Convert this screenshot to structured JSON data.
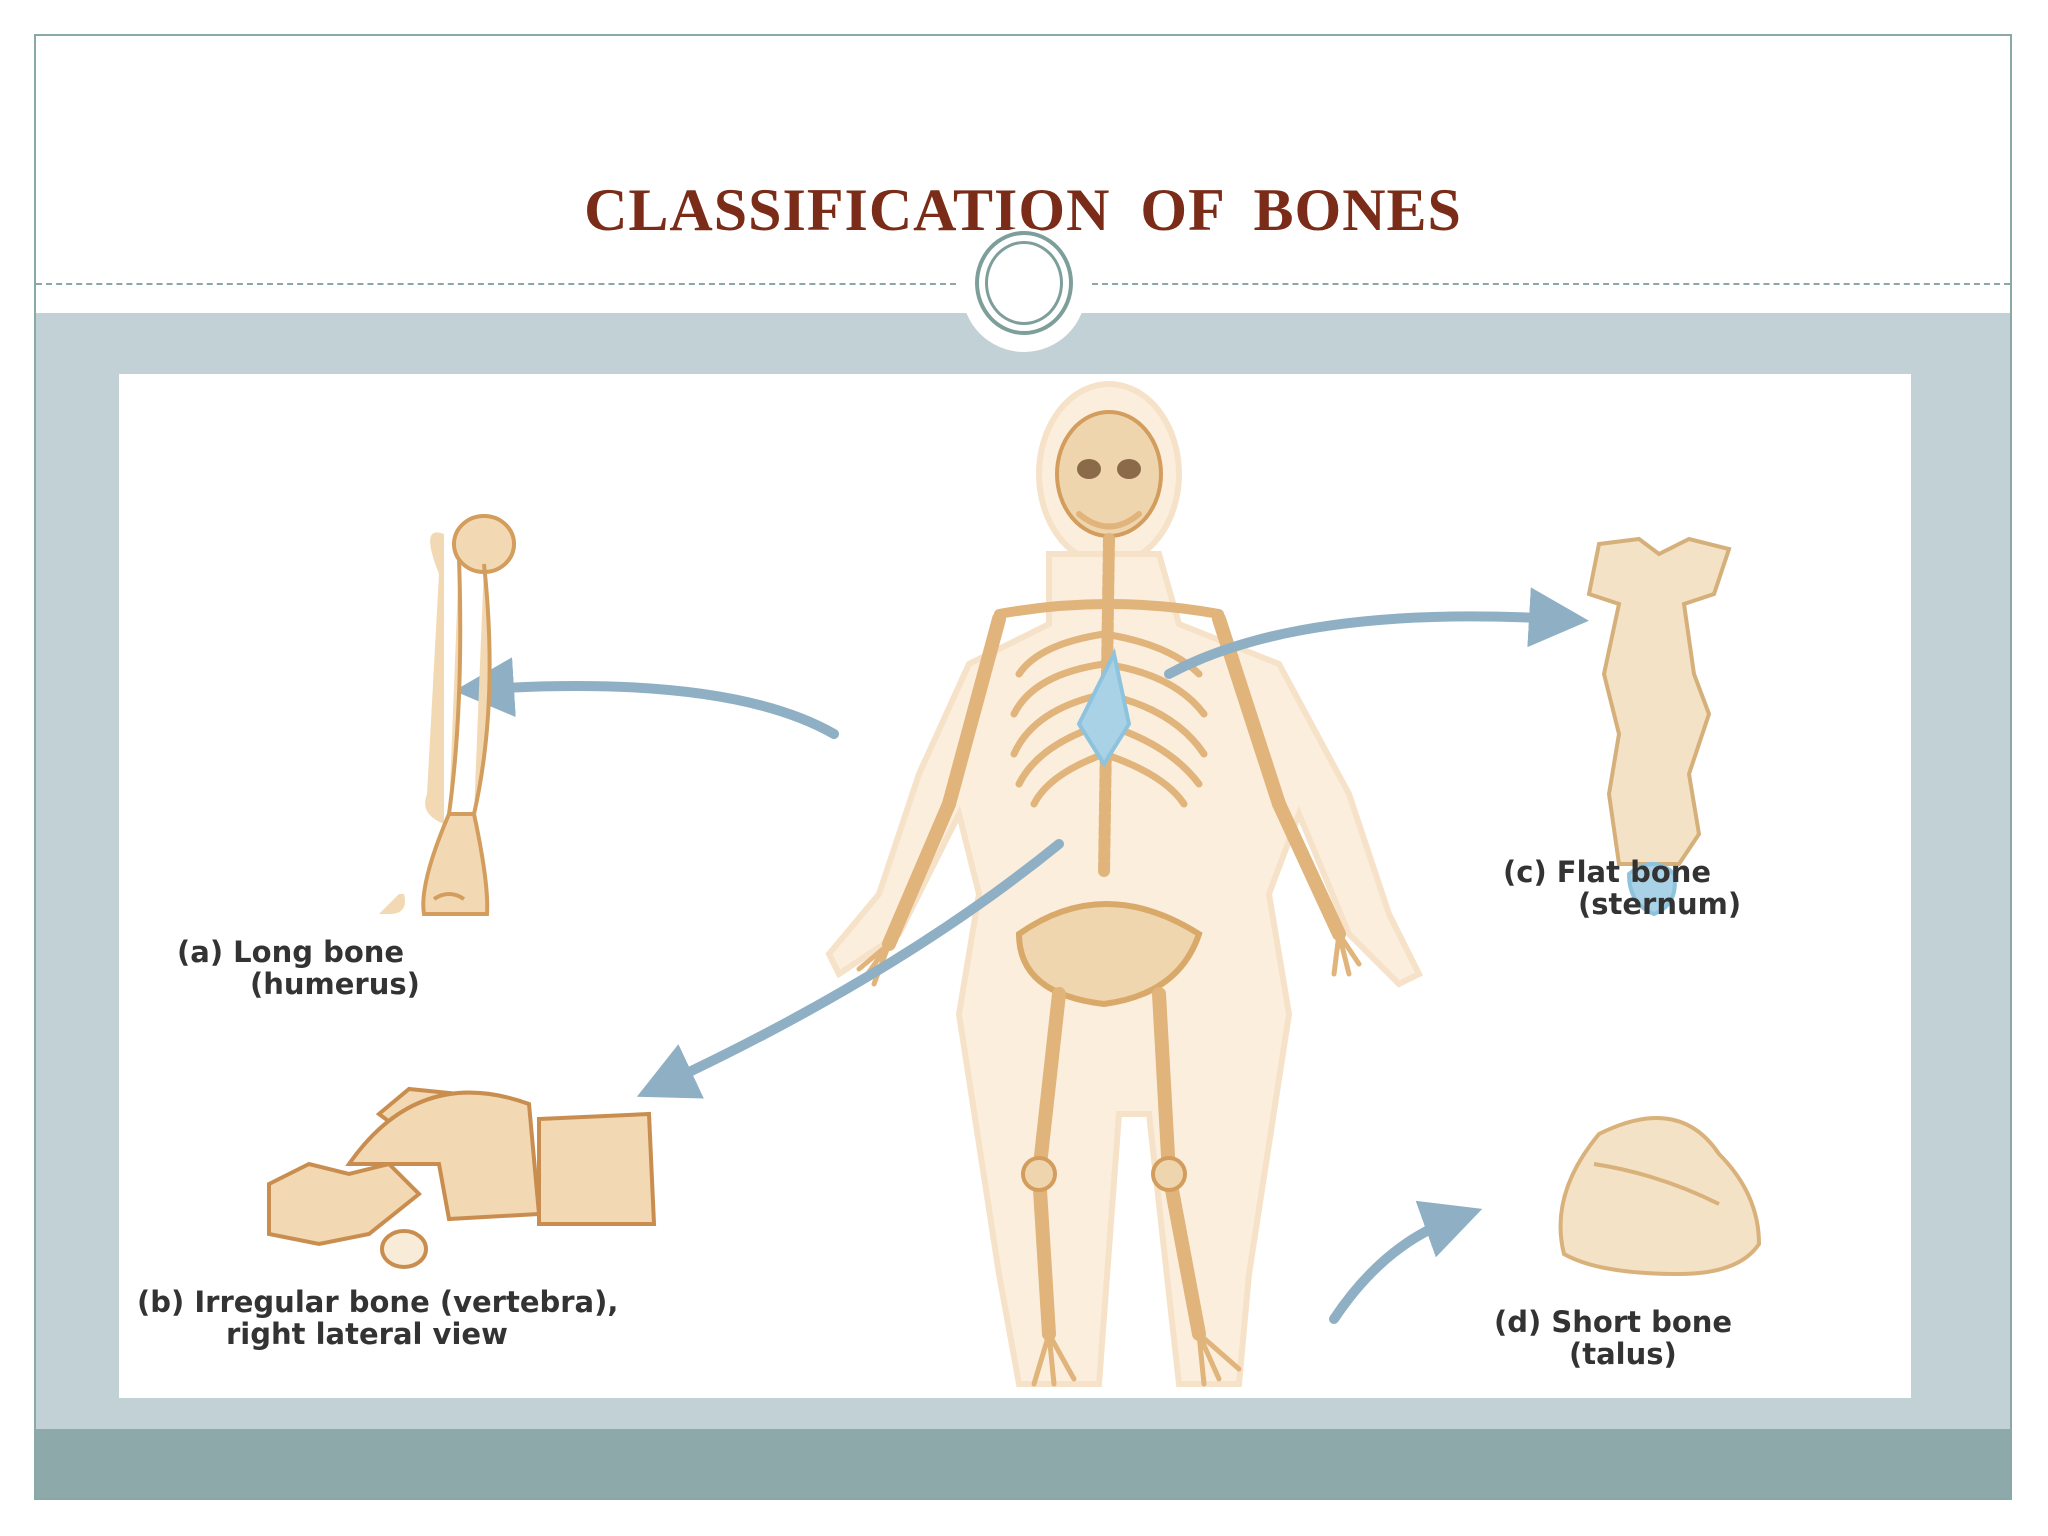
{
  "slide": {
    "title": "CLASSIFICATION  OF  BONES"
  },
  "figure": {
    "labels": {
      "a": {
        "line1": "(a) Long bone",
        "line2": "(humerus)"
      },
      "b": {
        "line1": "(b) Irregular bone (vertebra),",
        "line2": "right lateral view"
      },
      "c": {
        "line1": "(c) Flat bone",
        "line2": "(sternum)"
      },
      "d": {
        "line1": "(d) Short bone",
        "line2": "(talus)"
      }
    },
    "colors": {
      "bone": "#e9c99b",
      "bone_dark": "#d39d5d",
      "body_outline": "#f6e2c8",
      "cartilage": "#8ec3de",
      "arrow": "#8fb0c4"
    }
  }
}
